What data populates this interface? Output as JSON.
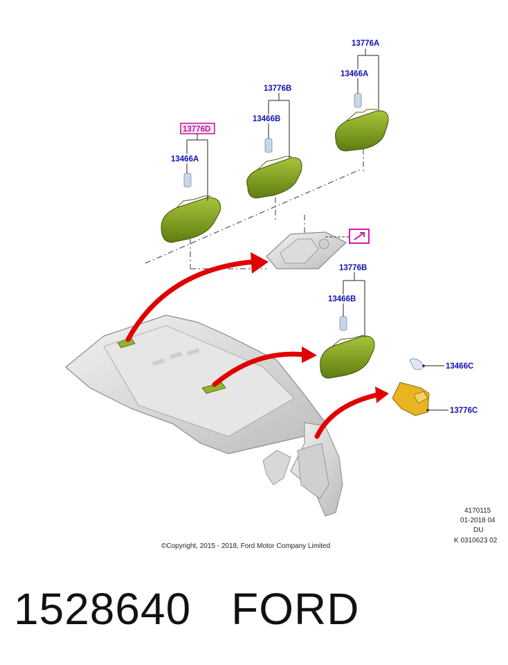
{
  "callouts": {
    "c1_part": "13776A",
    "c1_bulb": "13466A",
    "c2_part": "13776B",
    "c2_bulb": "13466B",
    "c3_part": "13776D",
    "c3_bulb": "13466A",
    "c4_part": "13776B",
    "c4_bulb": "13466B",
    "c5_bulb": "13466C",
    "c5_part": "13776C"
  },
  "footer": {
    "ref_line1": "4170115",
    "ref_line2": "01-2018 04",
    "ref_line3": "DU",
    "ref_line4": "K 0310623 02",
    "copyright": "©Copyright, 2015 - 2018, Ford Motor Company Limited"
  },
  "part_number": "1528640",
  "brand": "FORD",
  "colors": {
    "label_blue": "#1010b0",
    "highlight_magenta": "#c0169a",
    "lamp_green": "#7fa01e",
    "lamp_yellow": "#e8b420",
    "arrow_red": "#e00000"
  }
}
